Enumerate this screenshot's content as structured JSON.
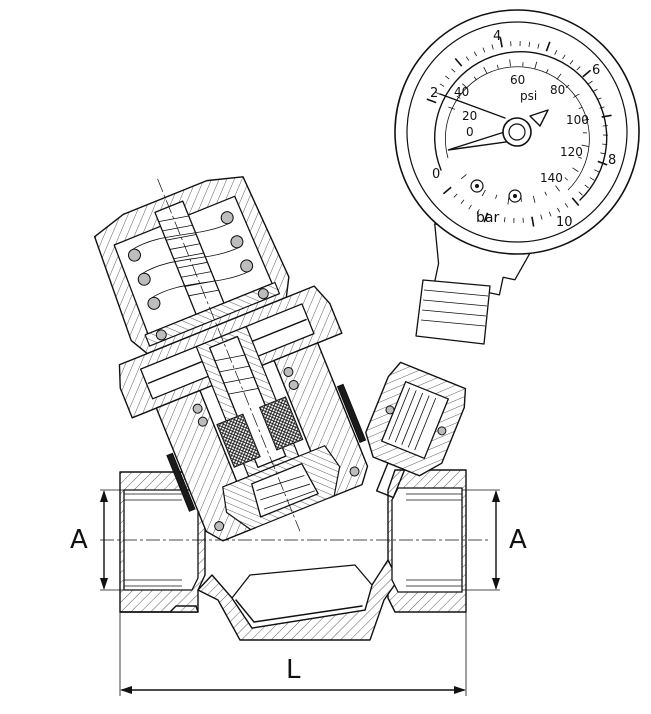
{
  "dimensions": {
    "inlet_label": "A",
    "outlet_label": "A",
    "length_label": "L"
  },
  "gauge": {
    "psi_unit": "psi",
    "bar_unit": "bar",
    "psi_ticks": [
      "0",
      "20",
      "40",
      "60",
      "80",
      "100",
      "120",
      "140"
    ],
    "bar_ticks": [
      "0",
      "2",
      "4",
      "6",
      "8",
      "10"
    ]
  }
}
